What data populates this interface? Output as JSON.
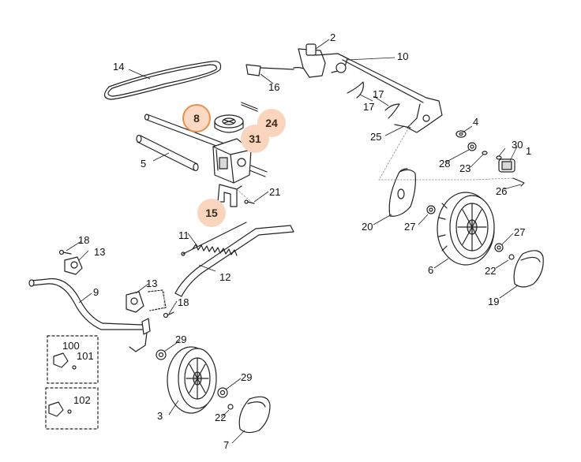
{
  "colors": {
    "line": "#222222",
    "highlight_fill": "#fad5bd",
    "highlight_border": "#e8914f",
    "part_fill": "#ffffff",
    "part_shade": "#d9d9d9"
  },
  "highlighted_parts": {
    "active": "8",
    "others": [
      "24",
      "31",
      "15"
    ]
  },
  "callouts": {
    "p1": "1",
    "p2": "2",
    "p3": "3",
    "p4": "4",
    "p5": "5",
    "p6": "6",
    "p7": "7",
    "p8": "8",
    "p9": "9",
    "p10": "10",
    "p11": "11",
    "p12": "12",
    "p13a": "13",
    "p13b": "13",
    "p14": "14",
    "p15": "15",
    "p16": "16",
    "p17a": "17",
    "p17b": "17",
    "p18a": "18",
    "p18b": "18",
    "p19": "19",
    "p20": "20",
    "p21": "21",
    "p22a": "22",
    "p22b": "22",
    "p23": "23",
    "p24": "24",
    "p25": "25",
    "p26": "26",
    "p27a": "27",
    "p27b": "27",
    "p28": "28",
    "p29a": "29",
    "p29b": "29",
    "p30": "30",
    "p31": "31",
    "p100": "100",
    "p101": "101",
    "p102": "102"
  }
}
